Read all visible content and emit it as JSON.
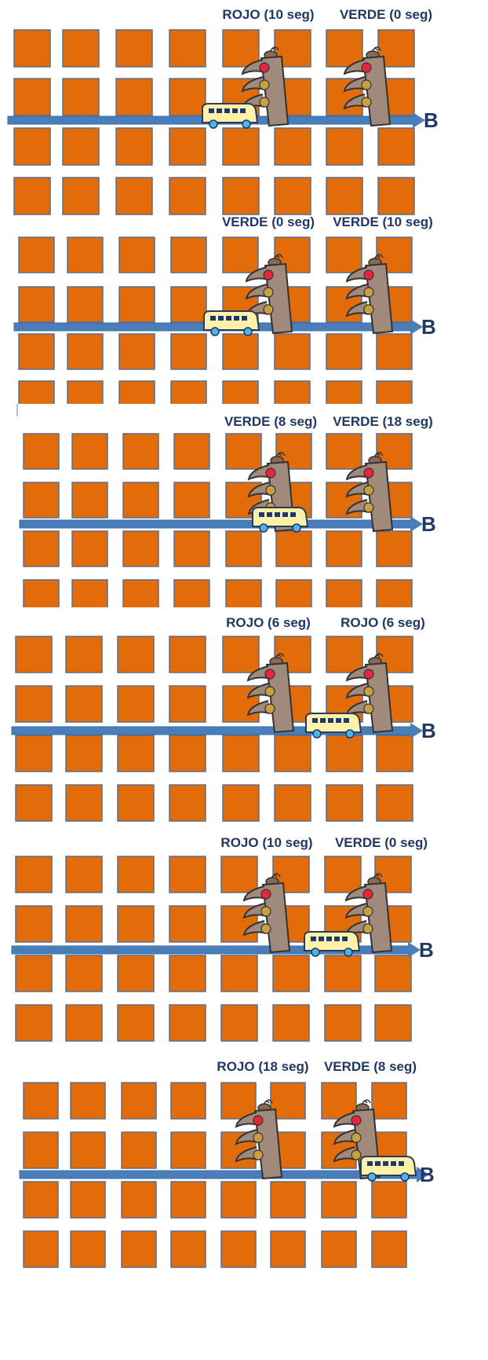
{
  "colors": {
    "block_fill": "#e36c0a",
    "block_stroke": "#5a6e8c",
    "road": "#4a7ebb",
    "label": "#1f3864",
    "bus_body": "#fff2a8",
    "bus_window": "#1f3864",
    "bus_wheel": "#4fb3e8",
    "light_body": "#a08a7c",
    "light_red": "#e8253c",
    "light_off": "#c8a040"
  },
  "destination_label": "B",
  "panels": [
    {
      "light1_label": "ROJO (10 seg)",
      "light2_label": "VERDE (0 seg)"
    },
    {
      "light1_label": "VERDE (0 seg)",
      "light2_label": "VERDE (10 seg)"
    },
    {
      "light1_label": "VERDE (8 seg)",
      "light2_label": "VERDE (18 seg)"
    },
    {
      "light1_label": "ROJO (6 seg)",
      "light2_label": "ROJO (6 seg)"
    },
    {
      "light1_label": "ROJO (10 seg)",
      "light2_label": "VERDE (0 seg)"
    },
    {
      "light1_label": "ROJO (18 seg)",
      "light2_label": "VERDE (8 seg)"
    }
  ]
}
